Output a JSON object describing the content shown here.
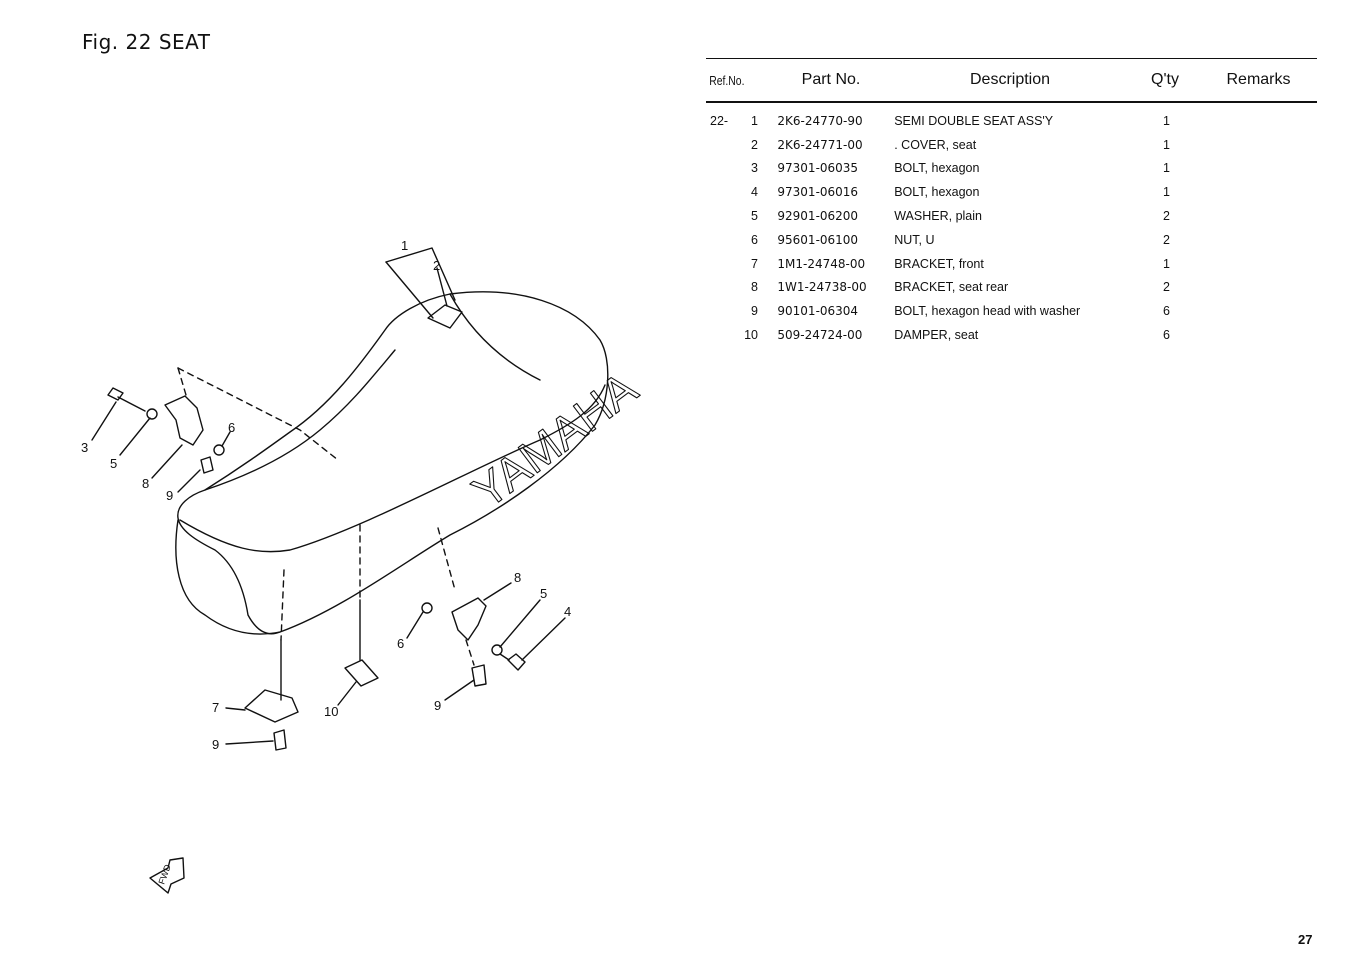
{
  "figure": {
    "title": "Fig. 22  SEAT"
  },
  "diagram": {
    "logo_text": "YAMAHA",
    "fwd_label": "FWD",
    "callouts": [
      "1",
      "2",
      "3",
      "5",
      "8",
      "9",
      "6",
      "8",
      "5",
      "4",
      "6",
      "9",
      "7",
      "10",
      "9"
    ]
  },
  "table": {
    "headers": {
      "ref": "Ref.No.",
      "part": "Part No.",
      "desc": "Description",
      "qty": "Q'ty",
      "remarks": "Remarks"
    },
    "rows": [
      {
        "prefix": "22-",
        "ref": "1",
        "part": "2K6-24770-90",
        "desc": "SEMI DOUBLE SEAT ASS'Y",
        "qty": "1",
        "remarks": ""
      },
      {
        "prefix": "",
        "ref": "2",
        "part": "2K6-24771-00",
        "desc": ". COVER, seat",
        "qty": "1",
        "remarks": ""
      },
      {
        "prefix": "",
        "ref": "3",
        "part": "97301-06035",
        "desc": "BOLT, hexagon",
        "qty": "1",
        "remarks": ""
      },
      {
        "prefix": "",
        "ref": "4",
        "part": "97301-06016",
        "desc": "BOLT, hexagon",
        "qty": "1",
        "remarks": ""
      },
      {
        "prefix": "",
        "ref": "5",
        "part": "92901-06200",
        "desc": "WASHER, plain",
        "qty": "2",
        "remarks": ""
      },
      {
        "prefix": "",
        "ref": "6",
        "part": "95601-06100",
        "desc": "NUT, U",
        "qty": "2",
        "remarks": ""
      },
      {
        "prefix": "",
        "ref": "7",
        "part": "1M1-24748-00",
        "desc": "BRACKET, front",
        "qty": "1",
        "remarks": ""
      },
      {
        "prefix": "",
        "ref": "8",
        "part": "1W1-24738-00",
        "desc": "BRACKET, seat rear",
        "qty": "2",
        "remarks": ""
      },
      {
        "prefix": "",
        "ref": "9",
        "part": "90101-06304",
        "desc": "BOLT, hexagon head with washer",
        "qty": "6",
        "remarks": ""
      },
      {
        "prefix": "",
        "ref": "10",
        "part": "509-24724-00",
        "desc": "DAMPER, seat",
        "qty": "6",
        "remarks": ""
      }
    ]
  },
  "page": {
    "number": "27"
  }
}
